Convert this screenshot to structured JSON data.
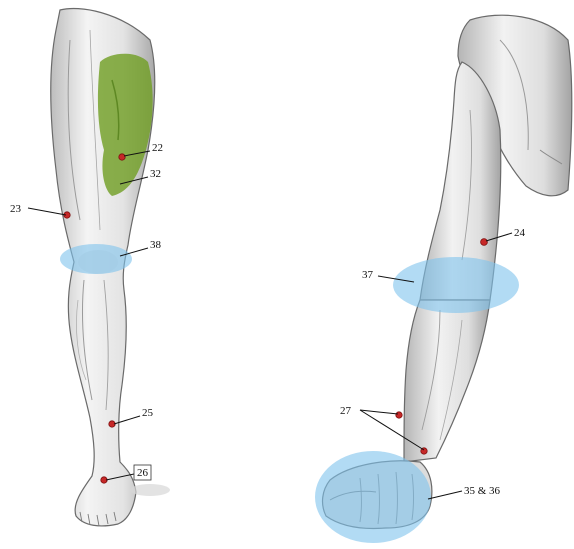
{
  "labels": {
    "p22": "22",
    "p32": "32",
    "p23": "23",
    "p38": "38",
    "p25": "25",
    "p26": "26",
    "p24": "24",
    "p37": "37",
    "p27": "27",
    "p35_36": "35 & 36"
  },
  "colors": {
    "point": "#c62828",
    "highlight_green": "#6f9e22",
    "highlight_blue": "#7ec3ec",
    "skin_fill": "#ececec",
    "skin_shadow": "#cfcfcf",
    "outline": "#555555"
  }
}
